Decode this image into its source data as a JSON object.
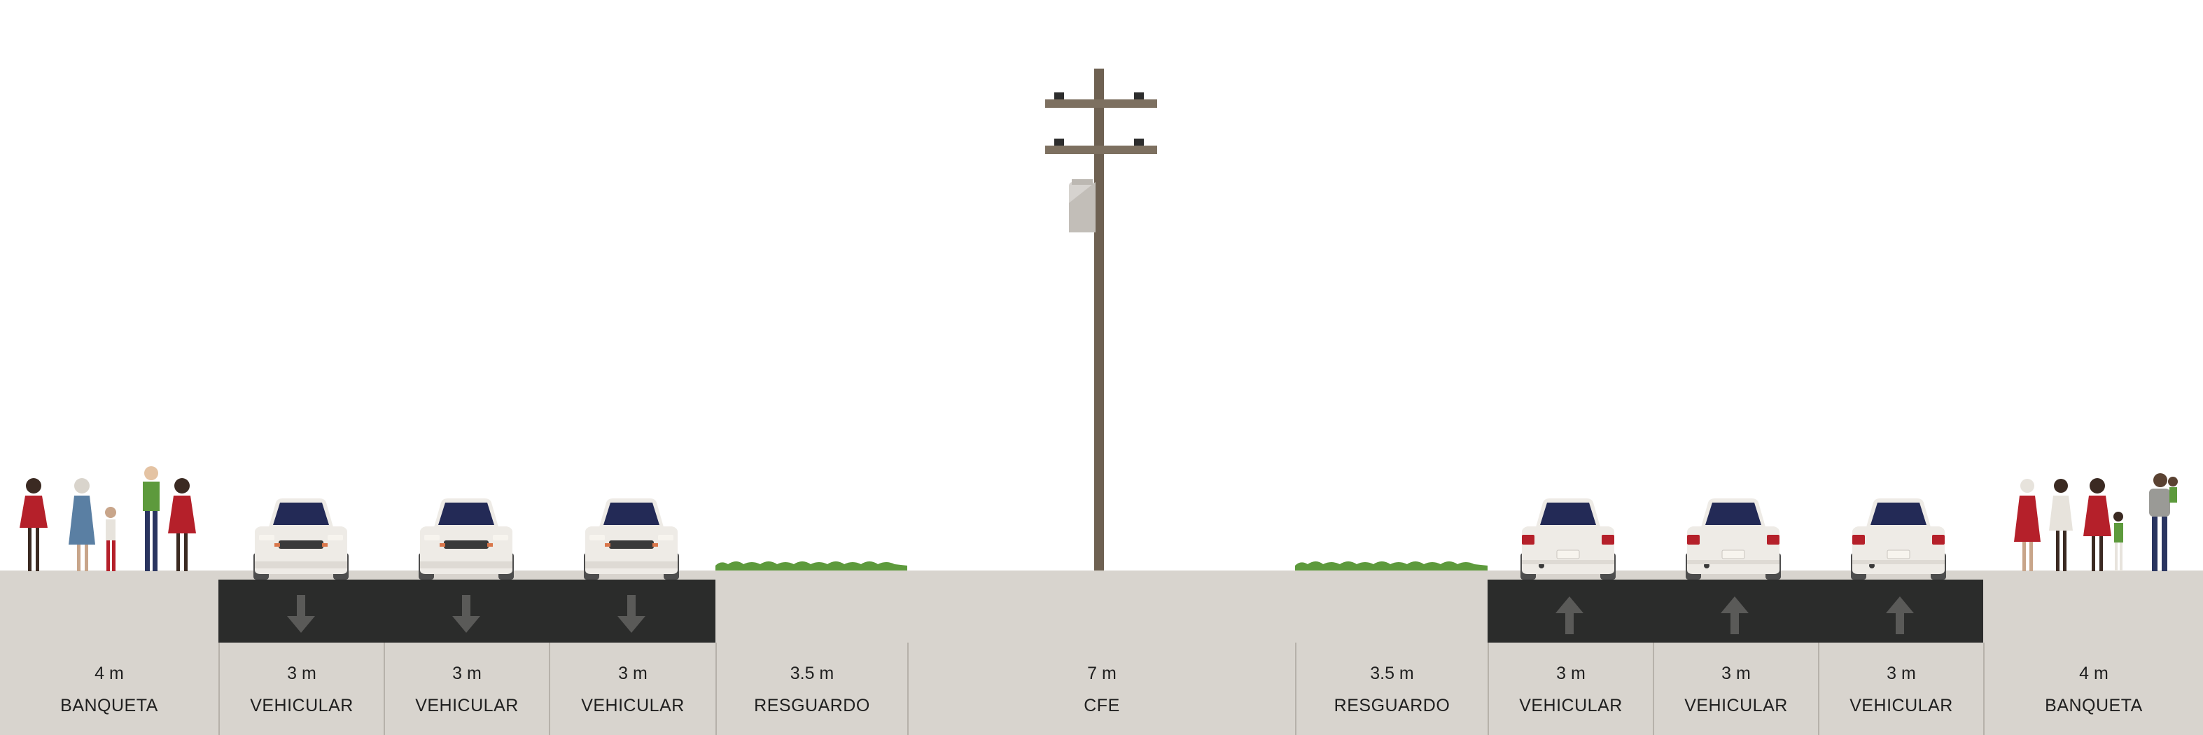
{
  "street": {
    "segments": [
      {
        "width_label": "4 m",
        "name": "BANQUETA",
        "kind": "sidewalk",
        "direction": ""
      },
      {
        "width_label": "3 m",
        "name": "VEHICULAR",
        "kind": "drive-lane",
        "direction": "inbound"
      },
      {
        "width_label": "3 m",
        "name": "VEHICULAR",
        "kind": "drive-lane",
        "direction": "inbound"
      },
      {
        "width_label": "3 m",
        "name": "VEHICULAR",
        "kind": "drive-lane",
        "direction": "inbound"
      },
      {
        "width_label": "3.5 m",
        "name": "RESGUARDO",
        "kind": "planted-buffer",
        "direction": ""
      },
      {
        "width_label": "7 m",
        "name": "CFE",
        "kind": "utility-pole-median",
        "direction": ""
      },
      {
        "width_label": "3.5 m",
        "name": "RESGUARDO",
        "kind": "planted-buffer",
        "direction": ""
      },
      {
        "width_label": "3 m",
        "name": "VEHICULAR",
        "kind": "drive-lane",
        "direction": "outbound"
      },
      {
        "width_label": "3 m",
        "name": "VEHICULAR",
        "kind": "drive-lane",
        "direction": "outbound"
      },
      {
        "width_label": "3 m",
        "name": "VEHICULAR",
        "kind": "drive-lane",
        "direction": "outbound"
      },
      {
        "width_label": "4 m",
        "name": "BANQUETA",
        "kind": "sidewalk",
        "direction": ""
      }
    ]
  },
  "colors": {
    "ground": "#d8d4ce",
    "asphalt": "#2b2c2b",
    "arrow": "#5a5a58",
    "divider": "#b6b1aa",
    "grass": "#5d9a3c",
    "pole": "#6e6152",
    "car_body": "#eeebe6",
    "windshield": "#232a56",
    "tail_light": "#b5202a"
  }
}
